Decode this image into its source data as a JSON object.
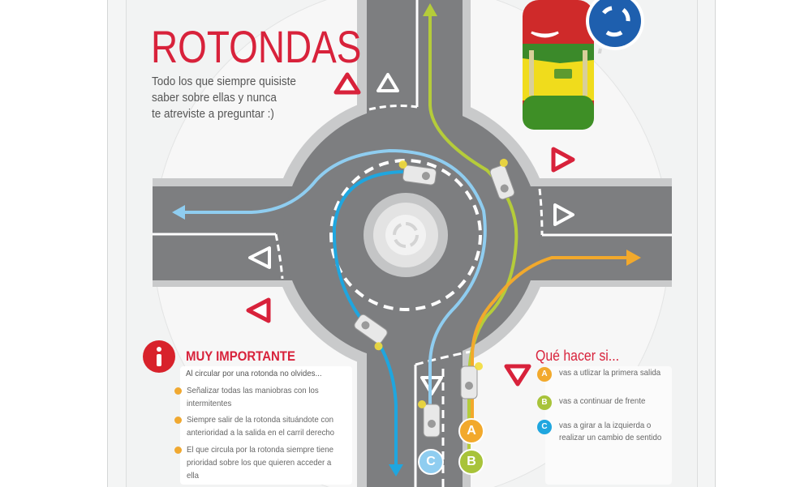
{
  "header": {
    "title": "ROTONDAS",
    "subtitle_lines": [
      "Todo los que siempre quisiste",
      "saber sobre ellas y nunca",
      "te atreviste a preguntar :)"
    ]
  },
  "important": {
    "icon": "info-icon",
    "title": "MUY IMPORTANTE",
    "intro": "Al circular por una rotonda no olvides...",
    "bullets": [
      {
        "text": "Señalizar todas las maniobras con los intermitentes"
      },
      {
        "text": "Siempre salir de la rotonda situándote con anterioridad a la salida en el carril derecho"
      },
      {
        "text": "El que circula por la rotonda siempre tiene prioridad sobre los que quieren acceder a ella"
      }
    ]
  },
  "what_to_do": {
    "icon": "yield-sign-icon",
    "title": "Qué hacer si...",
    "items": [
      {
        "badge": "A",
        "color": "#f2a92c",
        "text": "vas a utlizar la primera salida"
      },
      {
        "badge": "B",
        "color": "#a8c33a",
        "text": "vas a continuar de frente"
      },
      {
        "badge": "C",
        "color": "#1fa6df",
        "text": "vas a girar a la izquierda o realizar un cambio de sentido"
      }
    ]
  },
  "lanes": {
    "left_lane_badge": "C",
    "right_lane_top_badge": "A",
    "right_lane_bottom_badge": "B"
  },
  "colors": {
    "accent_red": "#d8223b",
    "road": "#7d7e80",
    "route_a": "#f2a92c",
    "route_b": "#b5cc3a",
    "route_c": "#1fa6df",
    "route_c_light": "#8fcdf0",
    "sign_blue": "#1e5fae"
  }
}
